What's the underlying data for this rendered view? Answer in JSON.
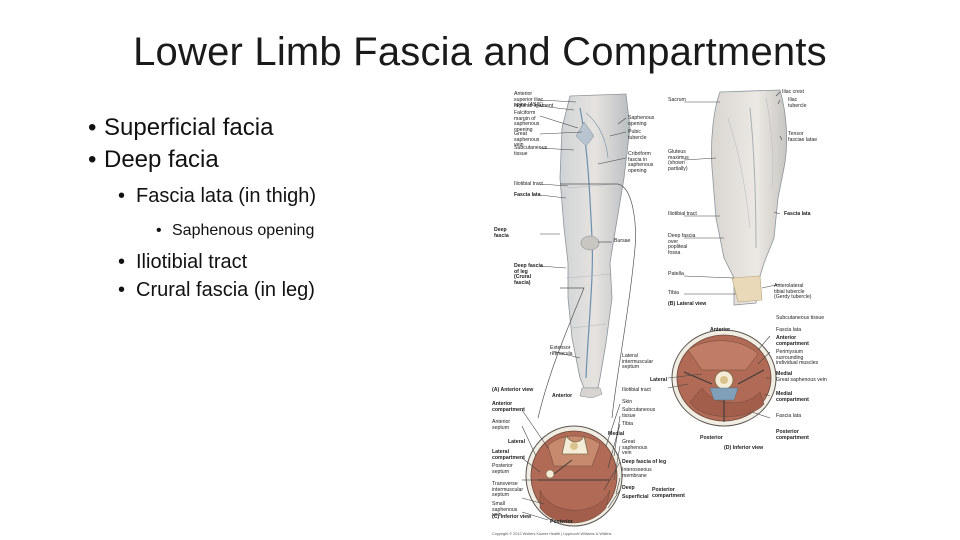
{
  "slide": {
    "title": "Lower Limb Fascia and Compartments",
    "bullets": [
      "Superficial facia",
      "Deep facia",
      "Fascia lata (in thigh)",
      "Saphenous opening",
      "Iliotibial tract",
      "Crural fascia (in leg)"
    ]
  },
  "figure": {
    "labels": {
      "asis": "Anterior superior iliac spine (ASIS)",
      "inguinal": "Inguinal ligament",
      "falciform": "Falciform margin of saphenous opening",
      "gsv": "Great saphenous vein",
      "subcut": "Subcutaneous tissue",
      "it_tract": "Iliotibial tract",
      "fascia_lata": "Fascia lata",
      "deep_fascia": "Deep fascia",
      "deep_fascia_leg": "Deep fascia of leg (Crural fascia)",
      "saph_opening": "Saphenous opening",
      "pubic": "Pubic tubercle",
      "cribriform": "Cribriform fascia in saphenous opening",
      "bursae": "Bursae",
      "extensor_ret": "Extensor retinacula",
      "view_a": "(A) Anterior view",
      "sacrum": "Sacrum",
      "iliac_crest": "Iliac crest",
      "iliac_tubercle": "Iliac tubercle",
      "tfl": "Tensor fasciae latae",
      "gmax": "Gluteus maximus (shown partially)",
      "deep_popliteal": "Deep fascia over popliteal fossa",
      "patella": "Patella",
      "tibia": "Tibia",
      "anterolateral": "Anterolateral tibial tubercle (Gerdy tubercle)",
      "view_b": "(B) Lateral view",
      "anterior": "Anterior",
      "posterior": "Posterior",
      "medial": "Medial",
      "lateral": "Lateral",
      "anterior_comp": "Anterior compartment",
      "medial_comp": "Medial compartment",
      "posterior_comp": "Posterior compartment",
      "lateral_comp": "Lateral compartment",
      "perimysium": "Perimysium surrounding individual muscles",
      "lat_septum": "Lateral intermuscular septum",
      "skin": "Skin",
      "fascia_lata2": "Fascia lata",
      "view_d": "(D) Inferior view",
      "anterior_septum": "Anterior septum",
      "posterior_septum": "Posterior septum",
      "transverse_septum": "Transverse intermuscular septum",
      "small_saph": "Small saphenous vein",
      "interosseous": "Interosseous membrane",
      "deep_fascia_leg2": "Deep fascia of leg",
      "gsv2": "Great saphenous vein",
      "deep": "Deep",
      "superficial": "Superficial",
      "posterior_comp2": "Posterior compartment",
      "view_c": "(C) Inferior view",
      "copyright": "Copyright © 2012 Wolters Kluwer Health | Lippincott Williams & Wilkins"
    }
  }
}
